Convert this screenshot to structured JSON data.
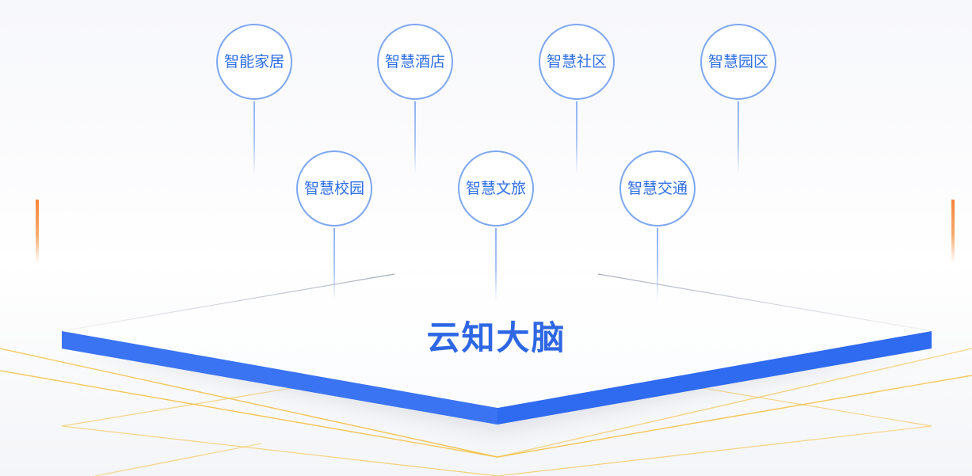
{
  "nodes_top": [
    {
      "label": "智能家居"
    },
    {
      "label": "智慧酒店"
    },
    {
      "label": "智慧社区"
    },
    {
      "label": "智慧园区"
    }
  ],
  "nodes_bottom": [
    {
      "label": "智慧校园"
    },
    {
      "label": "智慧文旅"
    },
    {
      "label": "智慧交通"
    }
  ],
  "platform": {
    "title": "云知大脑"
  },
  "colors": {
    "primary_blue": "#2e67e4",
    "platform_edge_blue": "#2f6bf0",
    "bubble_border": "#7ea7f0",
    "gold_lines": "#f3c24a",
    "accent_orange": "#f5843a"
  }
}
